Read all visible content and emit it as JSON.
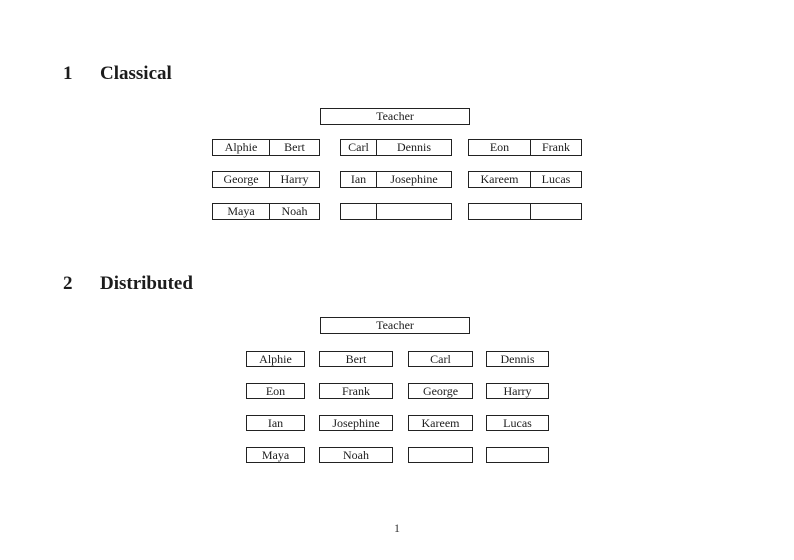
{
  "page": {
    "number": "1"
  },
  "sections": [
    {
      "number": "1",
      "title": "Classical",
      "teacher_label": "Teacher",
      "desks": [
        [
          {
            "left": "Alphie",
            "right": "Bert"
          },
          {
            "left": "Carl",
            "right": "Dennis"
          },
          {
            "left": "Eon",
            "right": "Frank"
          }
        ],
        [
          {
            "left": "George",
            "right": "Harry"
          },
          {
            "left": "Ian",
            "right": "Josephine"
          },
          {
            "left": "Kareem",
            "right": "Lucas"
          }
        ],
        [
          {
            "left": "Maya",
            "right": "Noah"
          },
          {
            "left": "",
            "right": ""
          },
          {
            "left": "",
            "right": ""
          }
        ]
      ]
    },
    {
      "number": "2",
      "title": "Distributed",
      "teacher_label": "Teacher",
      "desks": [
        [
          "Alphie",
          "Bert",
          "Carl",
          "Dennis"
        ],
        [
          "Eon",
          "Frank",
          "George",
          "Harry"
        ],
        [
          "Ian",
          "Josephine",
          "Kareem",
          "Lucas"
        ],
        [
          "Maya",
          "Noah",
          "",
          ""
        ]
      ]
    }
  ]
}
